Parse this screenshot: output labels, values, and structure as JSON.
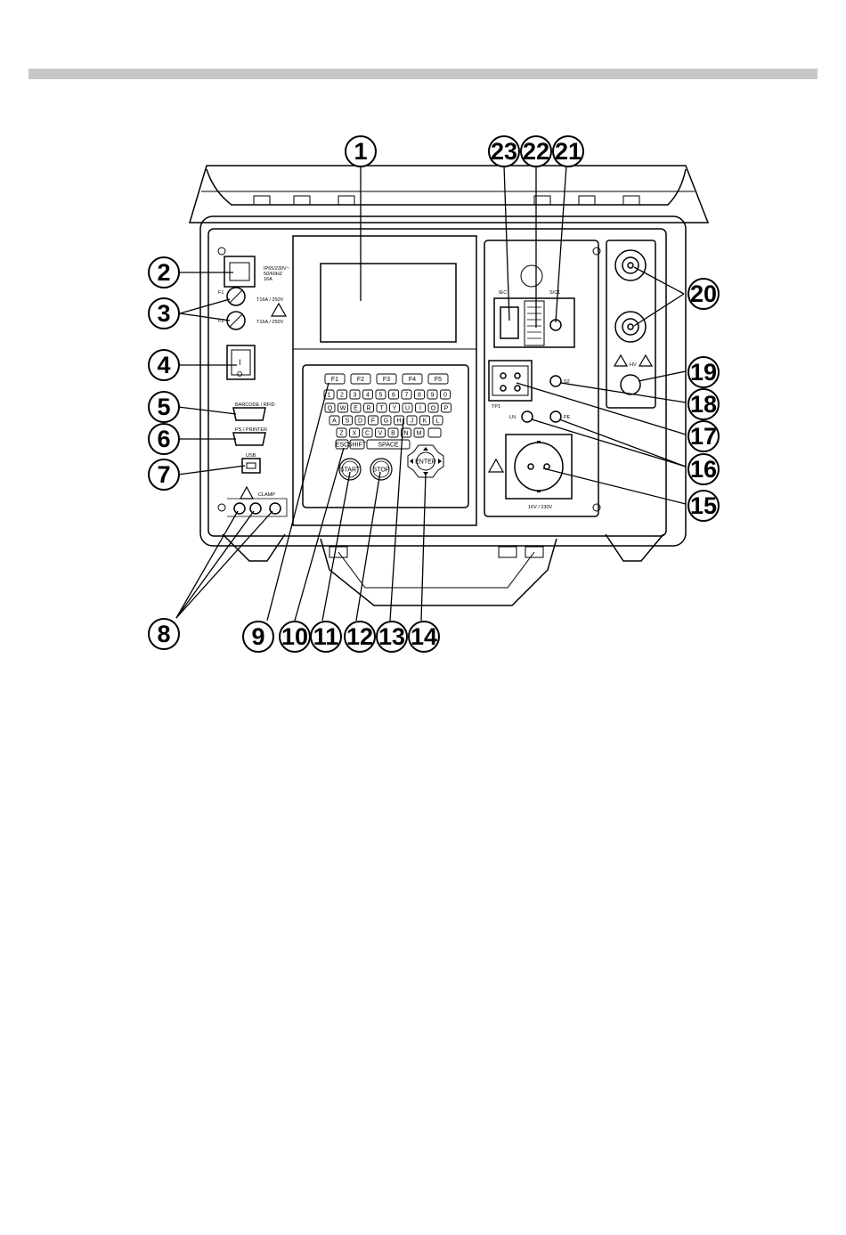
{
  "callouts": [
    {
      "id": "1",
      "label": "1"
    },
    {
      "id": "2",
      "label": "2"
    },
    {
      "id": "3",
      "label": "3"
    },
    {
      "id": "4",
      "label": "4"
    },
    {
      "id": "5",
      "label": "5"
    },
    {
      "id": "6",
      "label": "6"
    },
    {
      "id": "7",
      "label": "7"
    },
    {
      "id": "8",
      "label": "8"
    },
    {
      "id": "9",
      "label": "9"
    },
    {
      "id": "10",
      "label": "10"
    },
    {
      "id": "11",
      "label": "11"
    },
    {
      "id": "12",
      "label": "12"
    },
    {
      "id": "13",
      "label": "13"
    },
    {
      "id": "14",
      "label": "14"
    },
    {
      "id": "15",
      "label": "15"
    },
    {
      "id": "16",
      "label": "16"
    },
    {
      "id": "17",
      "label": "17"
    },
    {
      "id": "18",
      "label": "18"
    },
    {
      "id": "19",
      "label": "19"
    },
    {
      "id": "20",
      "label": "20"
    },
    {
      "id": "21",
      "label": "21"
    },
    {
      "id": "22",
      "label": "22"
    },
    {
      "id": "23",
      "label": "23"
    }
  ],
  "panel_text": {
    "power_rating": "IP65/230V~\n50/60HZ\n16A",
    "fuse_rating_1": "T16A / 250V",
    "fuse_rating_2": "T16A / 250V",
    "fuse_f1": "F1",
    "fuse_f2": "F2",
    "switch_on": "I",
    "switch_off": "O",
    "barcode_port": "BARCODE / RFID",
    "printer_port": "PS / PRINTER",
    "usb_port": "USB",
    "clamp_label": "CLAMP",
    "iec_label": "IEC",
    "s_ct_label": "S/C1",
    "tp1_label": "TP1",
    "ln_label": "LN",
    "pe_label": "PE",
    "s2_label": "S2",
    "socket_voltage": "16V / 230V",
    "hv_label": "HV"
  },
  "keypad": {
    "function_keys": [
      "F1",
      "F2",
      "F3",
      "F4",
      "F5"
    ],
    "row_numbers": [
      "1",
      "2",
      "3",
      "4",
      "5",
      "6",
      "7",
      "8",
      "9",
      "0"
    ],
    "row_q": [
      "Q",
      "W",
      "E",
      "R",
      "T",
      "Y",
      "U",
      "I",
      "O",
      "P"
    ],
    "row_a": [
      "A",
      "S",
      "D",
      "F",
      "G",
      "H",
      "J",
      "K",
      "L"
    ],
    "row_z": [
      "Z",
      "X",
      "C",
      "V",
      "B",
      "N",
      "M"
    ],
    "esc": "ESC",
    "shift": "SHIFT",
    "space": "SPACE",
    "start": "START",
    "stop": "STOP",
    "enter": "ENTER"
  },
  "colors": {
    "line": "#000000",
    "header_bar": "#c8c8c8",
    "fill": "#ffffff"
  }
}
